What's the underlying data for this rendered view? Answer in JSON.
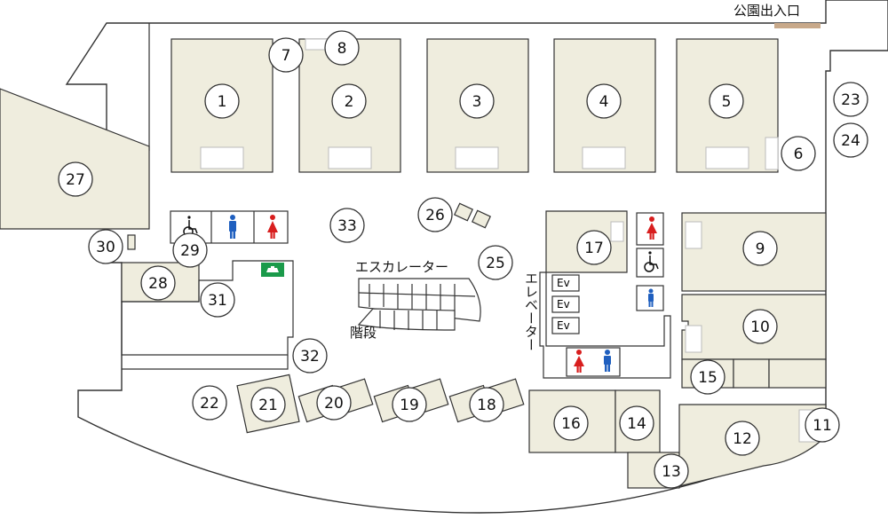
{
  "map": {
    "exit_label": "公園出入口",
    "escalator_label": "エスカレーター",
    "stairs_label": "階段",
    "elevator_label": "エレベーター",
    "ev_labels": [
      "Ev",
      "Ev",
      "Ev"
    ],
    "stores": [
      "1",
      "2",
      "3",
      "4",
      "5",
      "6",
      "7",
      "8",
      "9",
      "10",
      "11",
      "12",
      "13",
      "14",
      "15",
      "16",
      "17",
      "18",
      "19",
      "20",
      "21",
      "22",
      "23",
      "24",
      "25",
      "26",
      "27",
      "28",
      "29",
      "30",
      "31",
      "32",
      "33"
    ],
    "colors": {
      "store_fill": "#efedde",
      "outline": "#333333",
      "restroom_men": "#1f5fbf",
      "restroom_women": "#d81e1e",
      "phone": "#1a9a4a",
      "exit_bar": "#c8a98a"
    },
    "icons": [
      "wheelchair-icon",
      "men-restroom-icon",
      "women-restroom-icon",
      "phone-icon"
    ]
  }
}
